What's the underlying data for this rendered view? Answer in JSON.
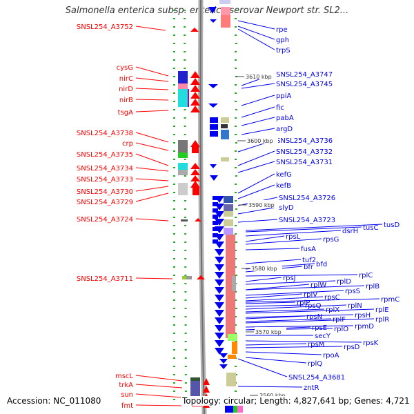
{
  "title": "Salmonella enterica subsp. enterica serovar Newport str. SL2...",
  "footer": {
    "accession": "Accession: NC_011080",
    "stats": "Topology: circular; Length: 4,827,641 bp; Genes: 4,721"
  },
  "colors": {
    "reverse_strand": "#ff0000",
    "forward_strand": "#0000ee",
    "backbone": "#888888",
    "tick": "#22aa22"
  },
  "kbp_labels": [
    "3610 kbp",
    "3600 kbp",
    "3590 kbp",
    "3580 kbp",
    "3570 kbp",
    "3560 kbp"
  ],
  "left_genes": [
    "SNSL254_A3752",
    "cysG",
    "nirC",
    "nirD",
    "nirB",
    "tsgA",
    "SNSL254_A3738",
    "crp",
    "SNSL254_A3735",
    "SNSL254_A3734",
    "SNSL254_A3733",
    "SNSL254_A3730",
    "SNSL254_A3729",
    "SNSL254_A3724",
    "SNSL254_A3711",
    "mscL",
    "trkA",
    "sun",
    "fmt"
  ],
  "right_genes": [
    "rpe",
    "gph",
    "trpS",
    "SNSL254_A3747",
    "SNSL254_A3745",
    "ppiA",
    "fic",
    "pabA",
    "argD",
    "SNSL254_A3736",
    "SNSL254_A3732",
    "SNSL254_A3731",
    "kefG",
    "kefB",
    "SNSL254_A3726",
    "slyD",
    "SNSL254_A3723",
    "tusD",
    "tusC",
    "dsrH",
    "rpsL",
    "rpsG",
    "fusA",
    "tuf2",
    "bfd",
    "bfr",
    "rplC",
    "rpsJ",
    "rplD",
    "rplB",
    "rplW",
    "rpsS",
    "rplV",
    "rpsC",
    "rpmC",
    "rplP",
    "rpsQ",
    "rplN",
    "rplX",
    "rplE",
    "rpsH",
    "rpsN",
    "rplF",
    "rplR",
    "rpmD",
    "rplO",
    "rpsE",
    "secY",
    "rpsK",
    "rpsM",
    "rpsD",
    "rpoA",
    "rplQ",
    "SNSL254_A3681",
    "zntR"
  ]
}
